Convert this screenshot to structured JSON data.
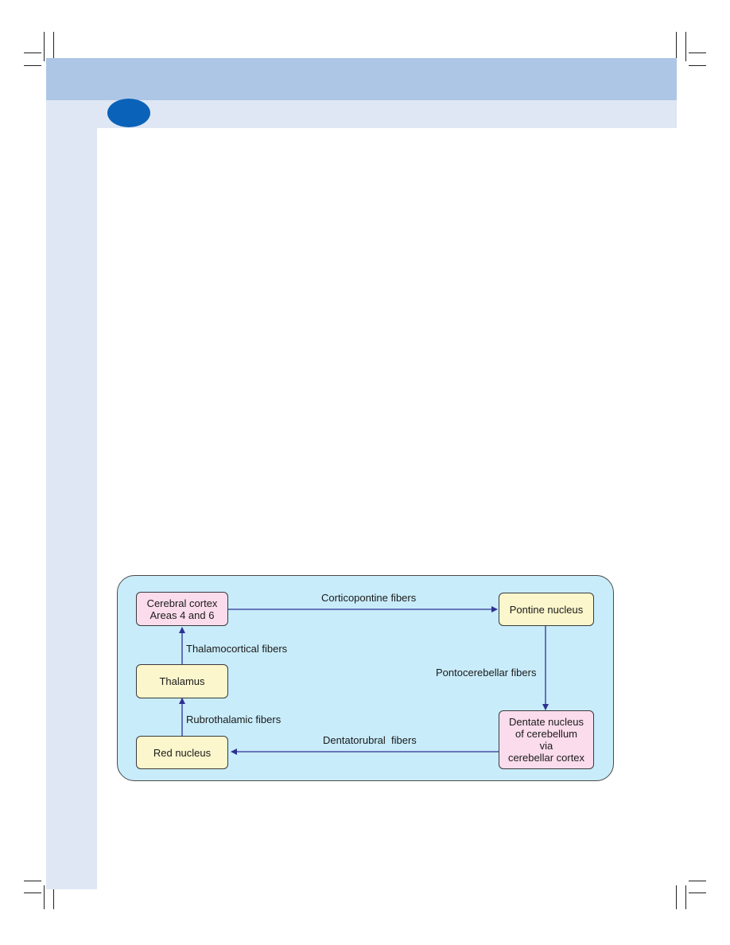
{
  "diagram": {
    "nodes": {
      "cerebral_cortex": {
        "line1": "Cerebral cortex",
        "line2": "Areas 4 and 6"
      },
      "pontine_nucleus": {
        "label": "Pontine nucleus"
      },
      "dentate_nucleus": {
        "line1": "Dentate nucleus",
        "line2": "of cerebellum",
        "line3": "via",
        "line4": "cerebellar cortex"
      },
      "red_nucleus": {
        "label": "Red nucleus"
      },
      "thalamus": {
        "label": "Thalamus"
      }
    },
    "edges": {
      "corticopontine": "Corticopontine fibers",
      "pontocerebellar": "Pontocerebellar fibers",
      "dentatorubral": "Dentatorubral  fibers",
      "rubrothalamic": "Rubrothalamic fibers",
      "thalamocortical": "Thalamocortical fibers"
    },
    "colors": {
      "panel": "#c8ecfa",
      "cortex_node": "#fbdcec",
      "nucleus_node": "#fbf6cc",
      "arrow": "#2e3192"
    }
  },
  "page": {
    "colors": {
      "header_band": "#adc6e6",
      "sub_band": "#dfe7f4",
      "badge": "#0a62b9"
    }
  }
}
